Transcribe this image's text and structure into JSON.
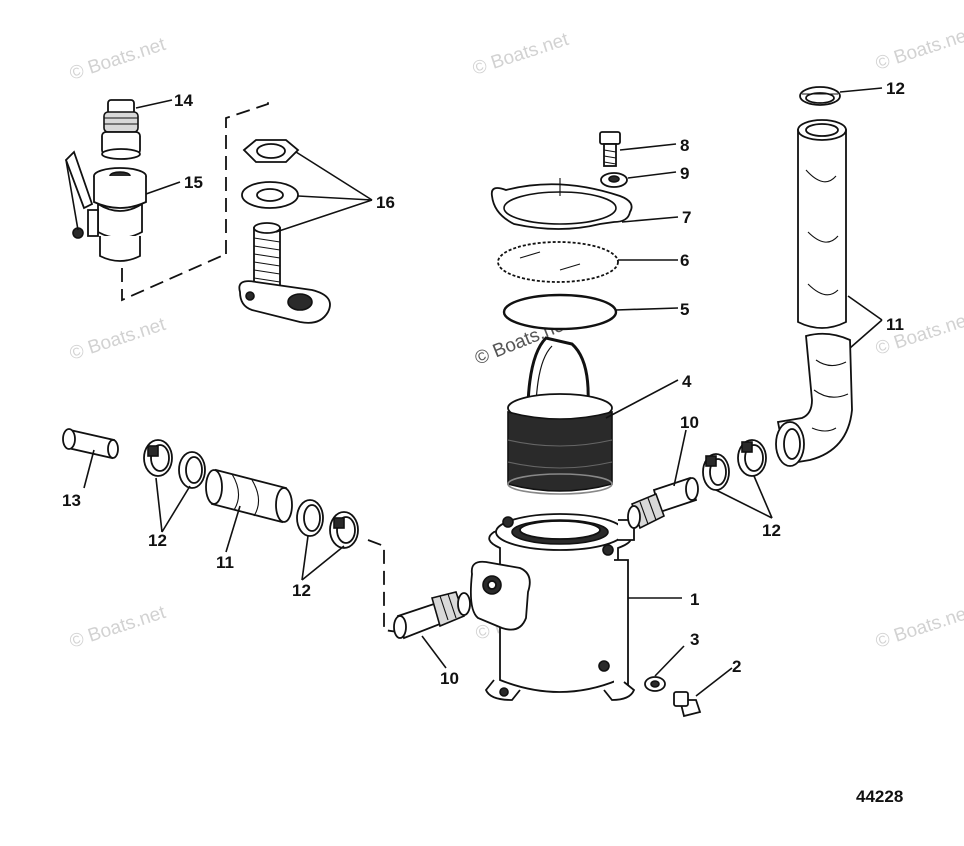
{
  "figure_number": "44228",
  "watermark": "© Boats.net",
  "callouts": [
    {
      "id": "c1",
      "label": "1"
    },
    {
      "id": "c2",
      "label": "2"
    },
    {
      "id": "c3",
      "label": "3"
    },
    {
      "id": "c4",
      "label": "4"
    },
    {
      "id": "c5",
      "label": "5"
    },
    {
      "id": "c6",
      "label": "6"
    },
    {
      "id": "c7",
      "label": "7"
    },
    {
      "id": "c8",
      "label": "8"
    },
    {
      "id": "c9",
      "label": "9"
    },
    {
      "id": "c10a",
      "label": "10"
    },
    {
      "id": "c10b",
      "label": "10"
    },
    {
      "id": "c11a",
      "label": "11"
    },
    {
      "id": "c11b",
      "label": "11"
    },
    {
      "id": "c12a",
      "label": "12"
    },
    {
      "id": "c12b",
      "label": "12"
    },
    {
      "id": "c12c",
      "label": "12"
    },
    {
      "id": "c12d",
      "label": "12"
    },
    {
      "id": "c13",
      "label": "13"
    },
    {
      "id": "c14",
      "label": "14"
    },
    {
      "id": "c15",
      "label": "15"
    },
    {
      "id": "c16",
      "label": "16"
    }
  ]
}
